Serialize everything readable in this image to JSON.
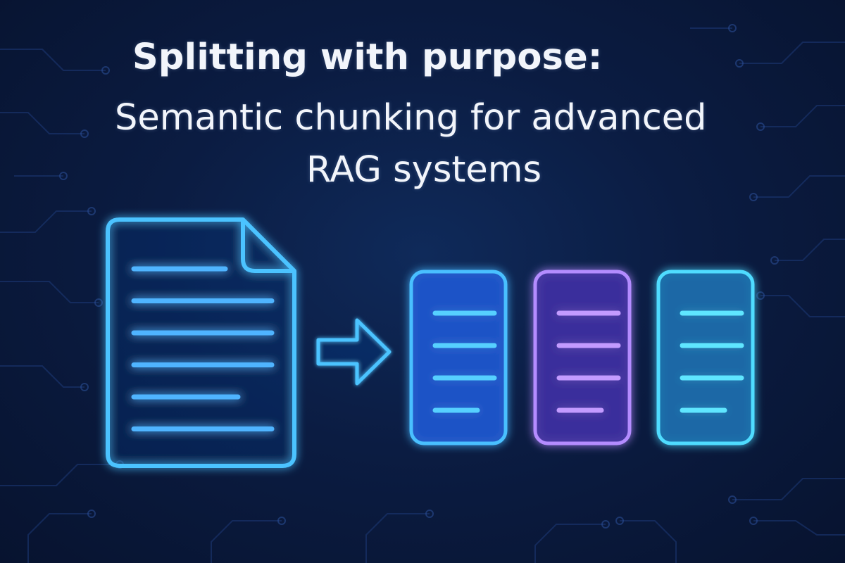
{
  "title": {
    "line1": "Splitting with purpose:",
    "line2": "Semantic chunking for advanced",
    "line3": "RAG systems"
  },
  "colors": {
    "background": "#0a1a3a",
    "document_outline": "#4cc3ff",
    "document_lines": "#4fb4ff",
    "arrow": "#4cc3ff",
    "chunk_blue_fill": "#1f54c9",
    "chunk_blue_outline": "#49c0ff",
    "chunk_blue_lines": "#56d0ff",
    "chunk_purple_fill": "#3c2f9e",
    "chunk_purple_outline": "#b48cff",
    "chunk_purple_lines": "#c39bff",
    "chunk_teal_fill": "#1b6aa8",
    "chunk_teal_outline": "#4fdcff",
    "chunk_teal_lines": "#5fe6ff"
  },
  "diagram": {
    "source": {
      "icon": "document-icon",
      "line_count": 6
    },
    "connector": {
      "icon": "arrow-right-icon"
    },
    "chunks": [
      {
        "name": "chunk-blue",
        "line_count": 4
      },
      {
        "name": "chunk-purple",
        "line_count": 4
      },
      {
        "name": "chunk-teal",
        "line_count": 4
      }
    ]
  }
}
